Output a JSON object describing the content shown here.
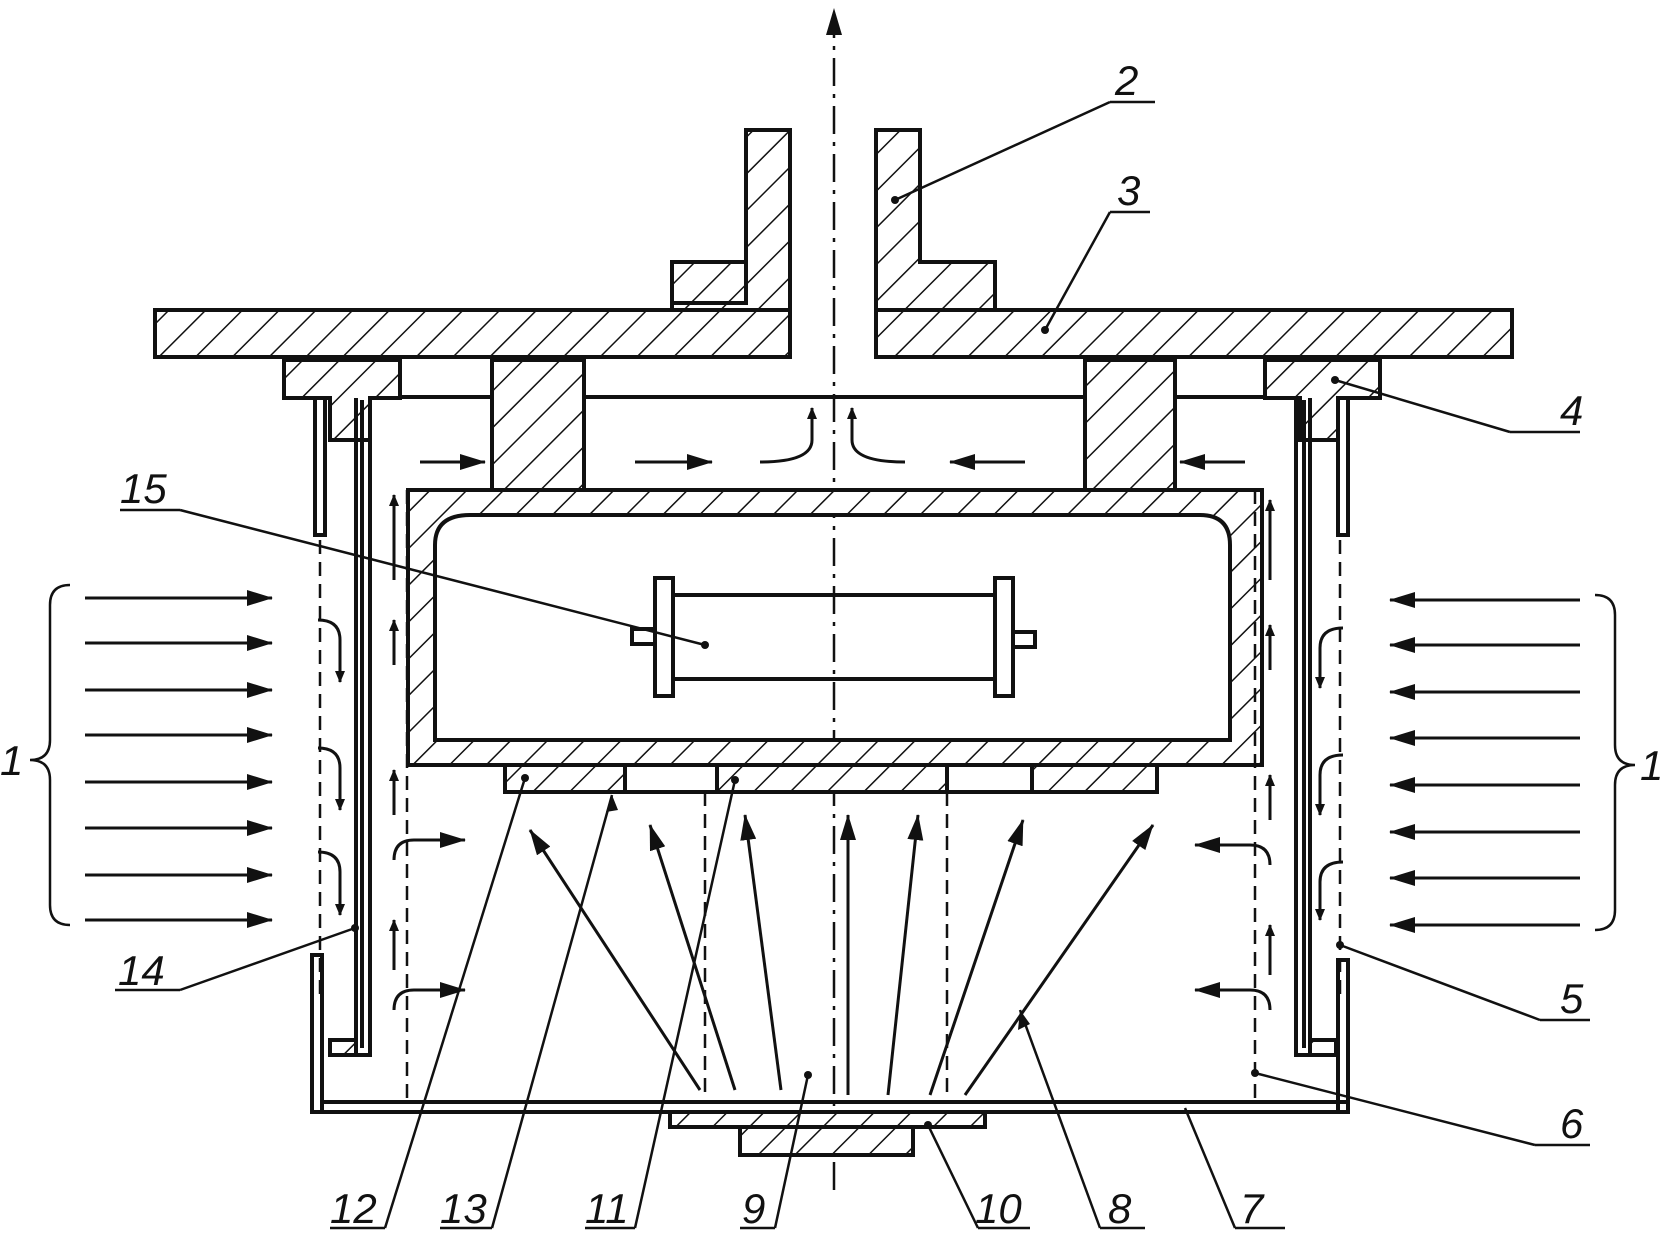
{
  "callouts": {
    "c1_left": "1",
    "c1_right": "1",
    "c2": "2",
    "c3": "3",
    "c4": "4",
    "c5": "5",
    "c6": "6",
    "c7": "7",
    "c8": "8",
    "c9": "9",
    "c10": "10",
    "c11": "11",
    "c12": "12",
    "c13": "13",
    "c14": "14",
    "c15": "15"
  },
  "colors": {
    "ink": "#111111",
    "paper": "#ffffff"
  }
}
